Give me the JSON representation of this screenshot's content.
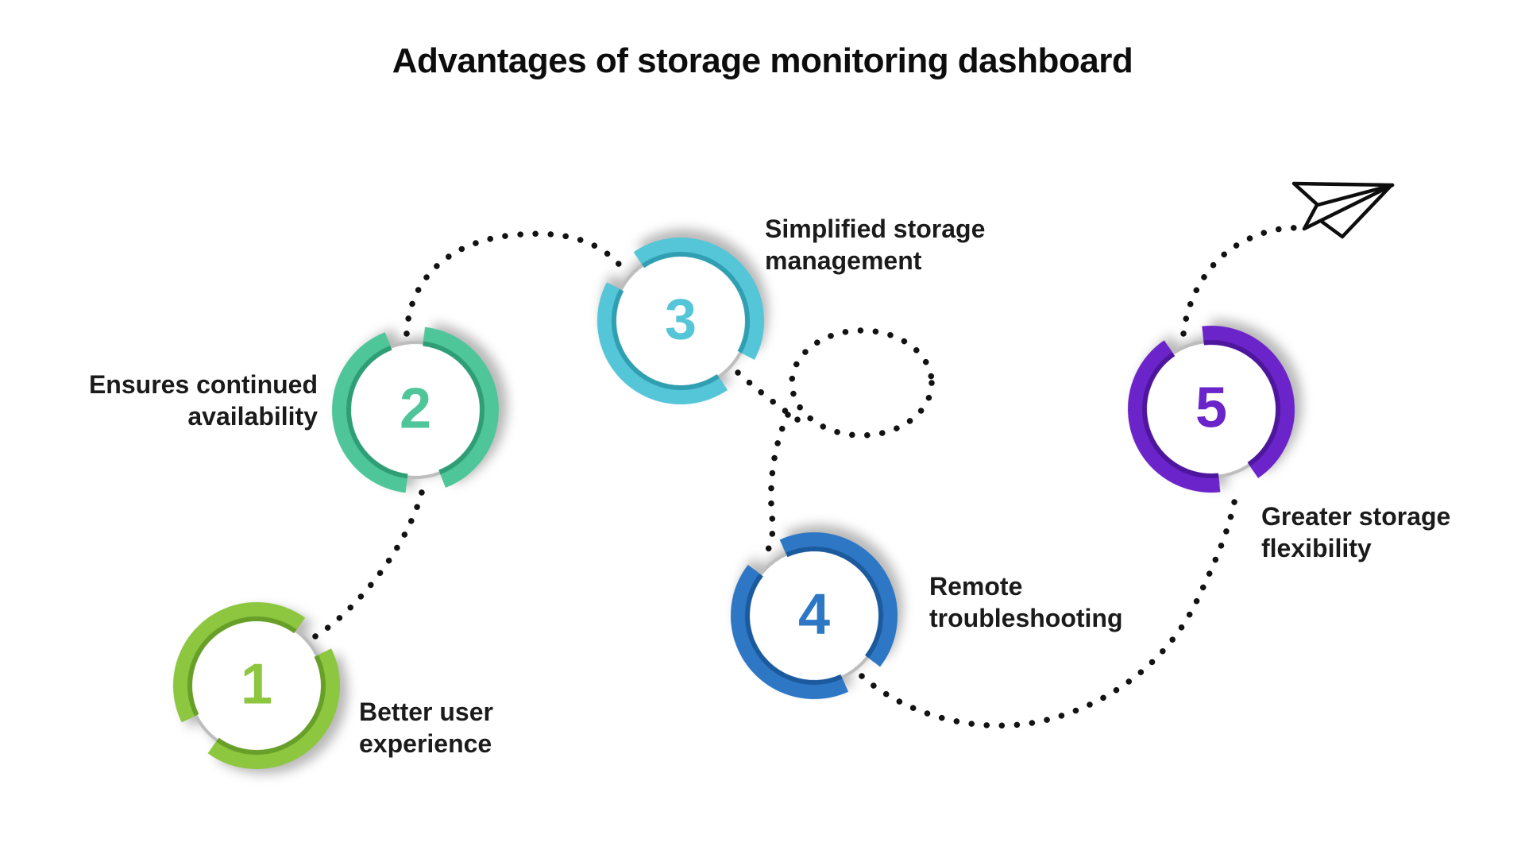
{
  "title": "Advantages of storage monitoring dashboard",
  "background": "#ffffff",
  "dotted_path_color": "#121212",
  "ring_gray": "#bdbdbd",
  "icons": {
    "paper_plane": "paper-plane-icon"
  },
  "steps": [
    {
      "number": "1",
      "label": "Better user experience",
      "color": "#8dc63f",
      "color_dark": "#679f28"
    },
    {
      "number": "2",
      "label": "Ensures continued availability",
      "color": "#4ec69a",
      "color_dark": "#2f9e76"
    },
    {
      "number": "3",
      "label": "Simplified storage management",
      "color": "#54c6d8",
      "color_dark": "#2f9fb1"
    },
    {
      "number": "4",
      "label": "Remote troubleshooting",
      "color": "#2d77c5",
      "color_dark": "#1c5a9e"
    },
    {
      "number": "5",
      "label": "Greater storage flexibility",
      "color": "#6b24c9",
      "color_dark": "#4e169c"
    }
  ]
}
